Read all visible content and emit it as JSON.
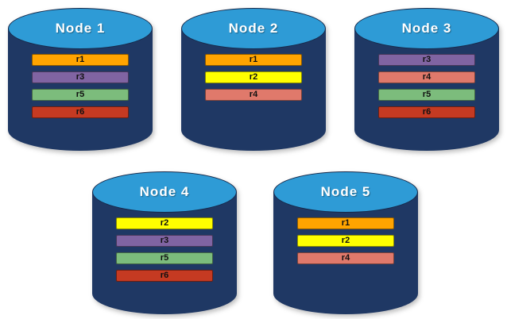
{
  "palette": {
    "cylinder_body": "#1F3864",
    "cylinder_top": "#2E9BD6",
    "record_r1": "#FFA400",
    "record_r2": "#FFFF00",
    "record_r3": "#8064A2",
    "record_r4": "#E0796B",
    "record_r5": "#7CBC7C",
    "record_r6": "#C53A22"
  },
  "nodes": [
    {
      "title": "Node 1",
      "records": [
        {
          "label": "r1",
          "color": "#FFA400"
        },
        {
          "label": "r3",
          "color": "#8064A2"
        },
        {
          "label": "r5",
          "color": "#7CBC7C"
        },
        {
          "label": "r6",
          "color": "#C53A22"
        }
      ]
    },
    {
      "title": "Node 2",
      "records": [
        {
          "label": "r1",
          "color": "#FFA400"
        },
        {
          "label": "r2",
          "color": "#FFFF00"
        },
        {
          "label": "r4",
          "color": "#E0796B"
        }
      ]
    },
    {
      "title": "Node 3",
      "records": [
        {
          "label": "r3",
          "color": "#8064A2"
        },
        {
          "label": "r4",
          "color": "#E0796B"
        },
        {
          "label": "r5",
          "color": "#7CBC7C"
        },
        {
          "label": "r6",
          "color": "#C53A22"
        }
      ]
    },
    {
      "title": "Node 4",
      "records": [
        {
          "label": "r2",
          "color": "#FFFF00"
        },
        {
          "label": "r3",
          "color": "#8064A2"
        },
        {
          "label": "r5",
          "color": "#7CBC7C"
        },
        {
          "label": "r6",
          "color": "#C53A22"
        }
      ]
    },
    {
      "title": "Node 5",
      "records": [
        {
          "label": "r1",
          "color": "#FFA400"
        },
        {
          "label": "r2",
          "color": "#FFFF00"
        },
        {
          "label": "r4",
          "color": "#E0796B"
        }
      ]
    }
  ]
}
